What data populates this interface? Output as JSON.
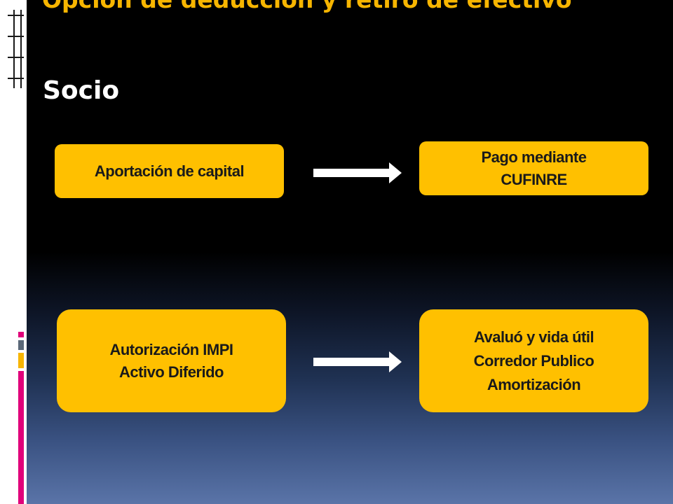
{
  "slide": {
    "title": "Opción de deducción y retiro de efectivo",
    "subtitle": "Socio"
  },
  "flows": [
    {
      "from": {
        "lines": [
          "Aportación de capital"
        ]
      },
      "to": {
        "lines": [
          "Pago mediante",
          "CUFINRE"
        ]
      }
    },
    {
      "from": {
        "lines": [
          "Autorización IMPI",
          "Activo Diferido"
        ]
      },
      "to": {
        "lines": [
          "Avaluó y vida útil",
          "Corredor Publico",
          "Amortización"
        ]
      }
    }
  ],
  "colors": {
    "title": "#f7b500",
    "box_fill": "#ffc000",
    "box_text": "#1a1a1a",
    "arrow": "#ffffff",
    "accent_pink": "#e0007a",
    "accent_orange": "#f7b500",
    "accent_slate": "#5a6878"
  },
  "icons": {
    "grid": "grid-icon",
    "arrow": "arrow-right-icon"
  }
}
